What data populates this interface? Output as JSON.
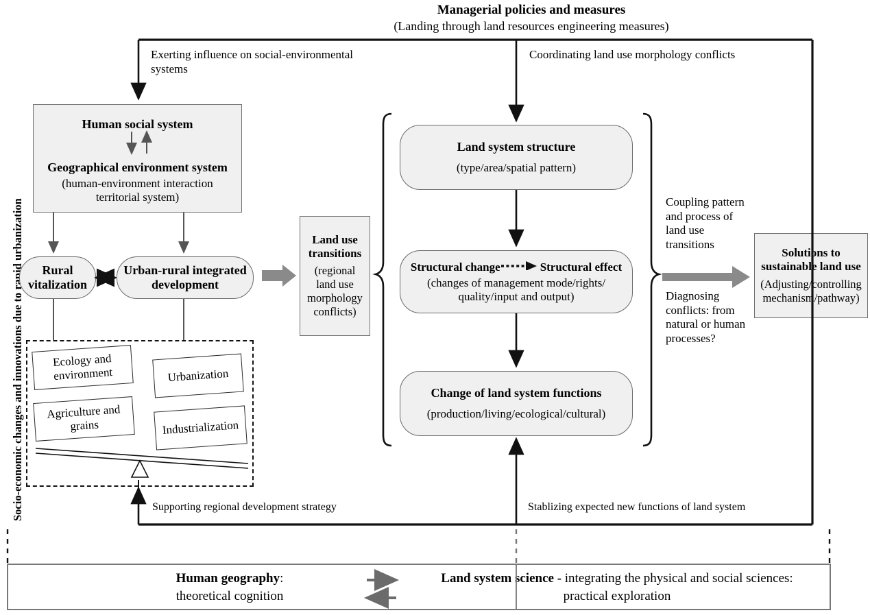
{
  "diagram": {
    "title": "Managerial policies and measures",
    "subtitle": "(Landing through land resources engineering measures)",
    "side_label": "Socio-economic changes and innovations due to rapid urbanization",
    "edge_labels": {
      "top_left": "Exerting influence on social-environmental systems",
      "top_right": "Coordinating land use morphology conflicts",
      "bottom_left": "Supporting regional development strategy",
      "bottom_right": "Stablizing expected new functions of land system"
    },
    "left_column": {
      "system_box": {
        "line1": "Human social system",
        "line2": "Geographical environment system",
        "line3": "(human-environment interaction",
        "line4": "territorial system)"
      },
      "ellipse_left": {
        "line1": "Rural",
        "line2": "vitalization"
      },
      "ellipse_right": {
        "line1": "Urban-rural integrated",
        "line2": "development"
      },
      "balance_items": [
        "Ecology and environment",
        "Urbanization",
        "Agriculture and grains",
        "Industrialization"
      ]
    },
    "transitions_box": {
      "title_line1": "Land use",
      "title_line2": "transitions",
      "sub_line1": "(regional",
      "sub_line2": "land use",
      "sub_line3": "morphology",
      "sub_line4": "conflicts)"
    },
    "center_column": [
      {
        "title": "Land system structure",
        "subtitle": "(type/area/spatial pattern)"
      },
      {
        "title_left": "Structural change",
        "title_right": "Structural effect",
        "subtitle_line1": "(changes of management mode/rights/",
        "subtitle_line2": "quality/input and output)"
      },
      {
        "title": "Change of land system functions",
        "subtitle": "(production/living/ecological/cultural)"
      }
    ],
    "right_column": {
      "note_top": "Coupling pattern and process of land use transitions",
      "note_bottom": "Diagnosing conflicts: from natural or human processes?",
      "solutions_box": {
        "title_line1": "Solutions to",
        "title_line2": "sustainable land use",
        "sub_line1": "(Adjusting/controlling",
        "sub_line2": "mechanism/pathway)"
      }
    },
    "footer": {
      "left_bold": "Human geography",
      "left_bold_tail": ":",
      "left_sub": "theoretical cognition",
      "right_bold": "Land system science -",
      "right_rest": " integrating the physical and social sciences:",
      "right_sub": "practical exploration"
    },
    "colors": {
      "box_fill": "#f0f0f0",
      "box_stroke": "#6f6f6f",
      "line": "#111111",
      "grey_arrow": "#8a8a8a",
      "panel_border": "#777777"
    }
  }
}
